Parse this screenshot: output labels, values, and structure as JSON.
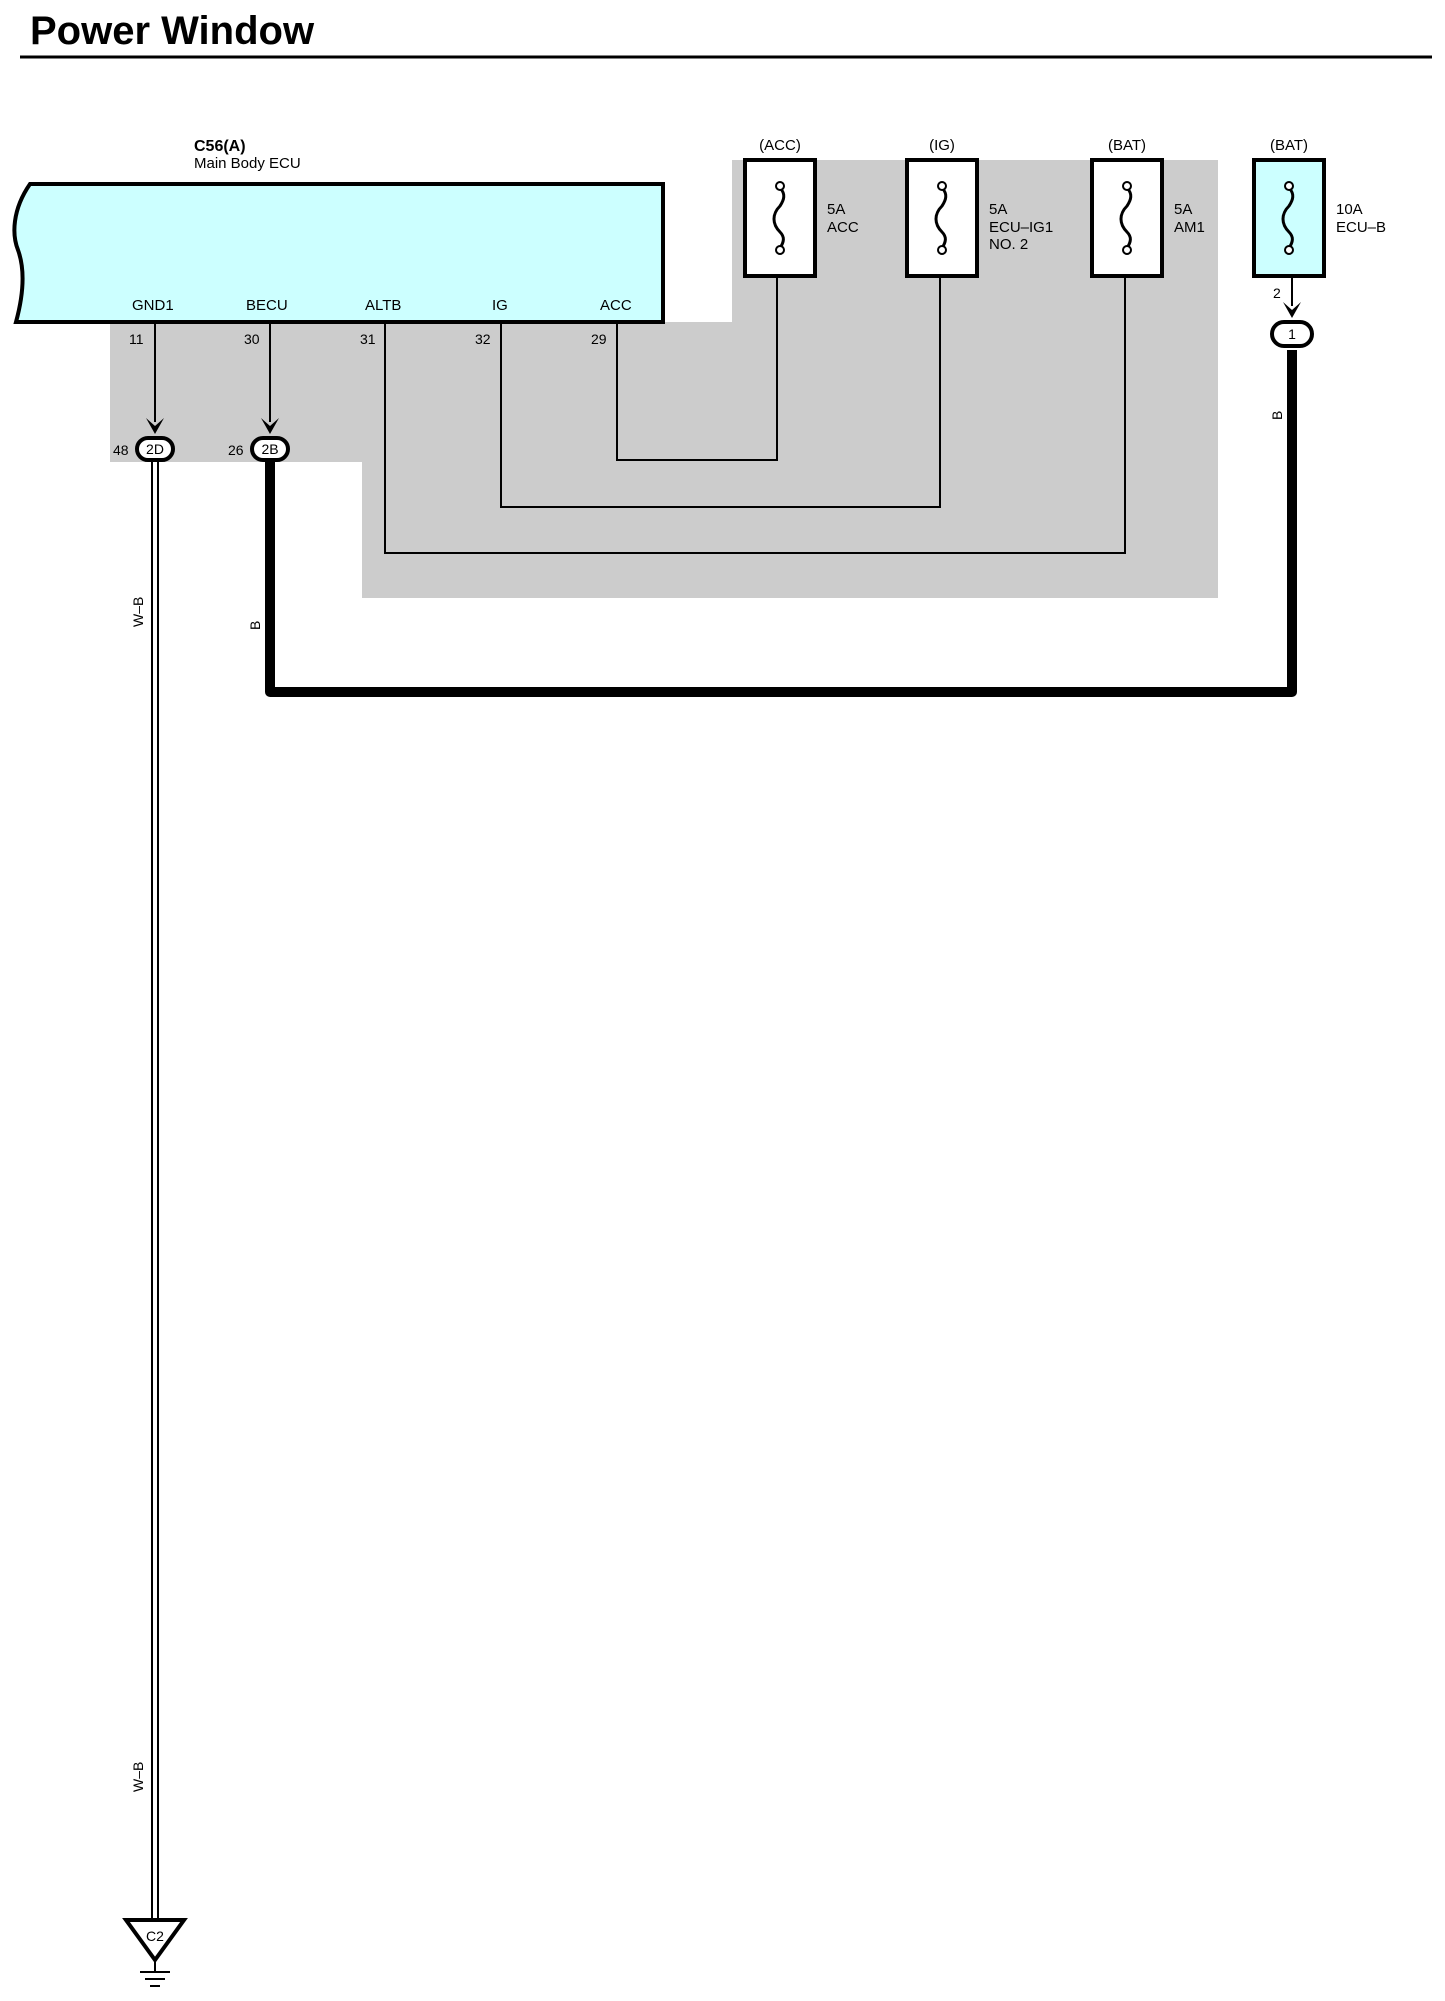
{
  "title": "Power Window",
  "colors": {
    "ecu_fill": "#ccffff",
    "shade": "#cccccc",
    "line": "#000000"
  },
  "ecu": {
    "code": "C56(A)",
    "name": "Main Body ECU",
    "pins": [
      {
        "name": "GND1",
        "num": "11"
      },
      {
        "name": "BECU",
        "num": "30"
      },
      {
        "name": "ALTB",
        "num": "31"
      },
      {
        "name": "IG",
        "num": "32"
      },
      {
        "name": "ACC",
        "num": "29"
      }
    ]
  },
  "fuses": [
    {
      "source": "(ACC)",
      "rating": "5A",
      "name_lines": [
        "ACC"
      ]
    },
    {
      "source": "(IG)",
      "rating": "5A",
      "name_lines": [
        "ECU–IG1",
        "NO. 2"
      ]
    },
    {
      "source": "(BAT)",
      "rating": "5A",
      "name_lines": [
        "AM1"
      ]
    },
    {
      "source": "(BAT)",
      "rating": "10A",
      "name_lines": [
        "ECU–B"
      ],
      "pin": "2"
    }
  ],
  "connectors": {
    "gnd1": {
      "label": "2D",
      "pin": "48"
    },
    "becu": {
      "label": "2B",
      "pin": "26"
    },
    "ecu_b": {
      "label": "1"
    }
  },
  "wires": {
    "gnd_color": "W–B",
    "becu_color": "B",
    "fuse_out_color": "B"
  },
  "ground": {
    "label": "C2"
  }
}
